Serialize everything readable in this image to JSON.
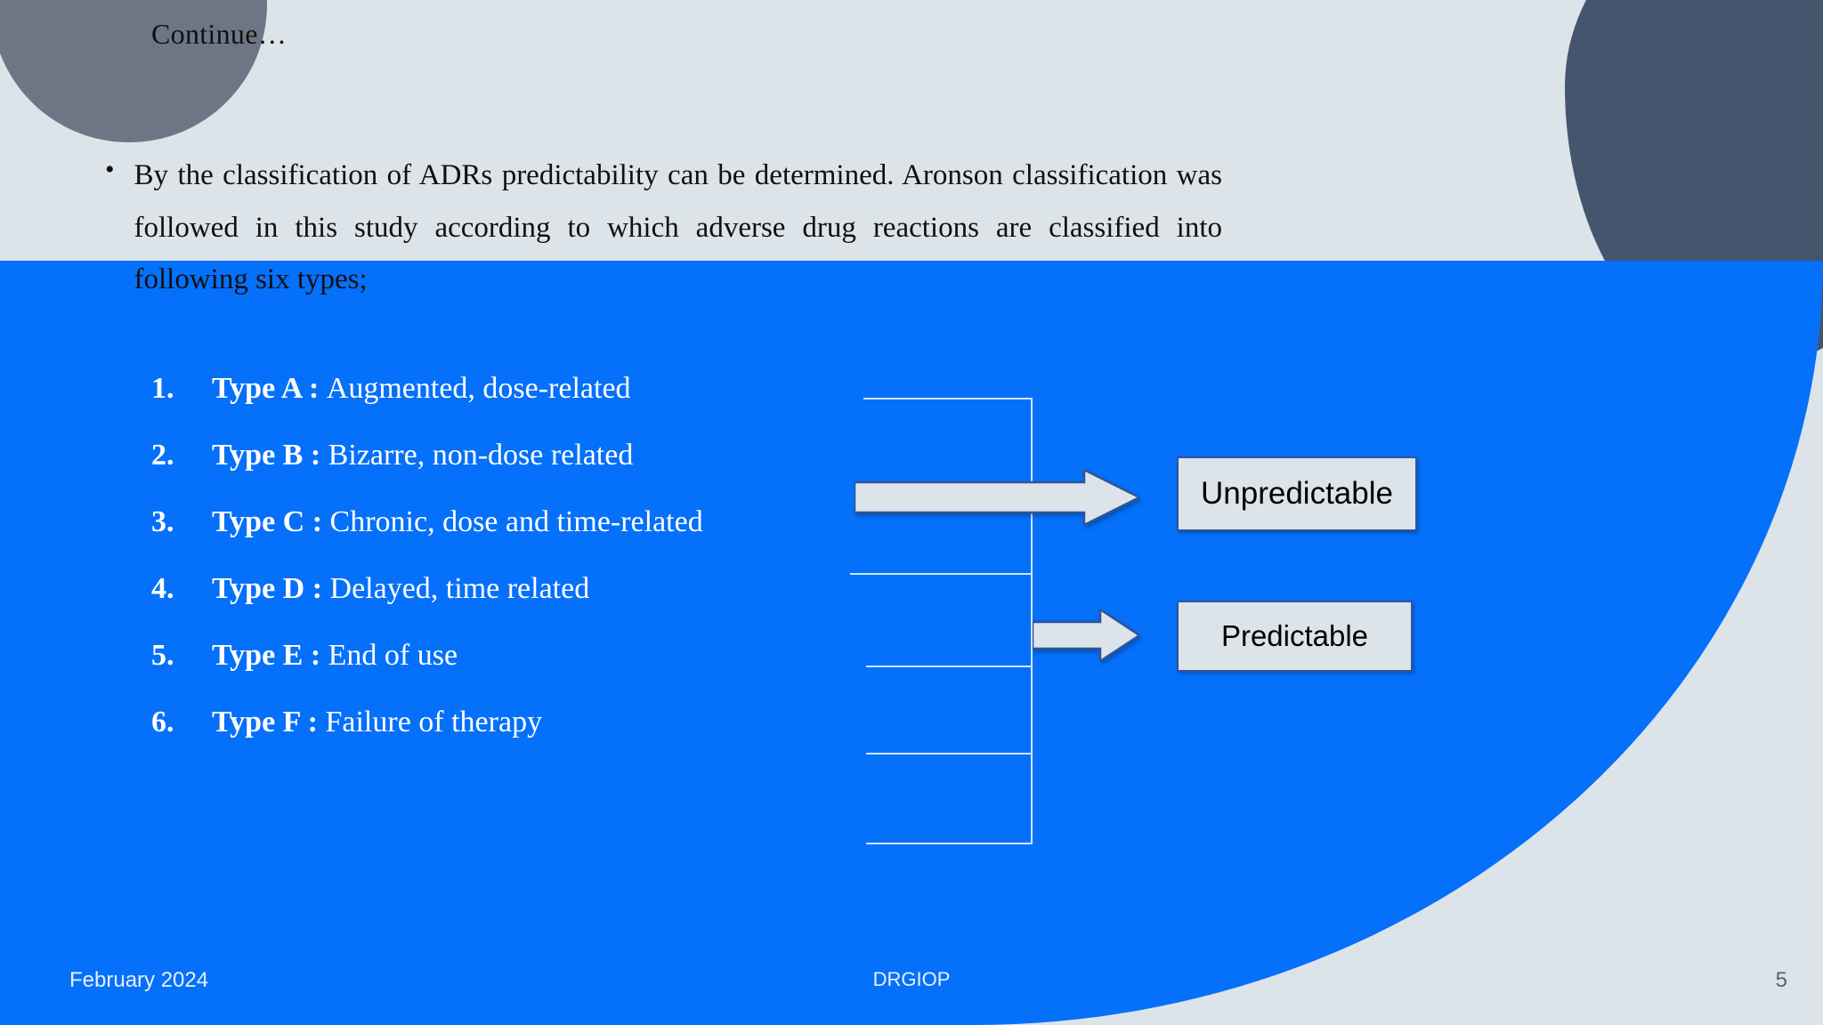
{
  "slide": {
    "title": "Continue…",
    "page_number": "5",
    "colors": {
      "background": "#dde4e9",
      "panel_blue": "#0570fa",
      "corner_circle": "#6c7685",
      "corner_leaf": "#46556e",
      "box_fill": "#dde4e9",
      "box_border": "#2f5496",
      "bracket_line": "#cfe6ff",
      "text_dark": "#12100e",
      "text_light": "#ffffff"
    }
  },
  "intro": {
    "bullet_glyph": "•",
    "text": "By the classification of ADRs predictability can be determined. Aronson classification was followed in     this study according to which adverse drug reactions are classified into following six types;"
  },
  "types": [
    {
      "num": "1.",
      "label": "Type A : ",
      "desc": "Augmented, dose-related"
    },
    {
      "num": "2.",
      "label": "Type B : ",
      "desc": "Bizarre, non-dose related"
    },
    {
      "num": "3.",
      "label": "Type C : ",
      "desc": "Chronic, dose and time-related"
    },
    {
      "num": "4.",
      "label": "Type D : ",
      "desc": "Delayed, time related"
    },
    {
      "num": "5.",
      "label": "Type E : ",
      "desc": "End of use"
    },
    {
      "num": "6.",
      "label": "Type F : ",
      "desc": "Failure of therapy"
    }
  ],
  "outcomes": {
    "unpredictable": "Unpredictable",
    "predictable": "Predictable"
  },
  "footer": {
    "date": "February 2024",
    "center": "DRGIOP"
  }
}
